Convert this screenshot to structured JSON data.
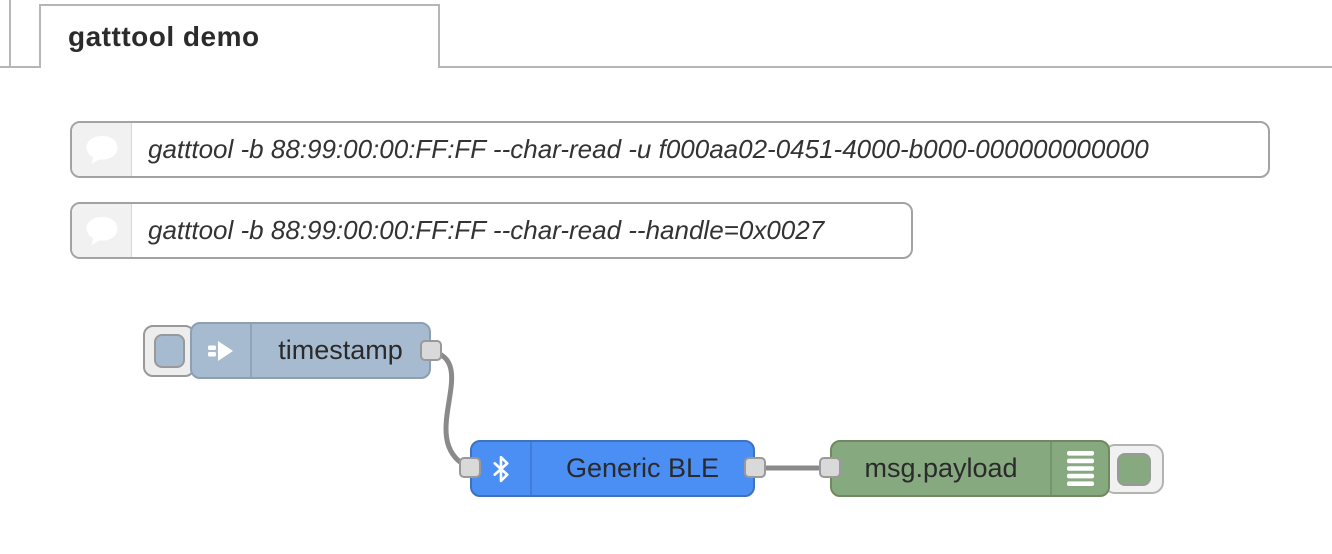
{
  "tab": {
    "label": "gatttool demo"
  },
  "comments": [
    {
      "text": "gatttool -b 88:99:00:00:FF:FF --char-read -u f000aa02-0451-4000-b000-000000000000"
    },
    {
      "text": "gatttool -b 88:99:00:00:FF:FF --char-read --handle=0x0027"
    }
  ],
  "nodes": {
    "inject": {
      "label": "timestamp",
      "color": "#a6bbcf",
      "icon": "inject-arrow-icon"
    },
    "ble": {
      "label": "Generic BLE",
      "color": "#4b8ff5",
      "icon": "bluetooth-icon"
    },
    "debug": {
      "label": "msg.payload",
      "color": "#87a980",
      "icon": "debug-list-icon"
    }
  },
  "colors": {
    "canvas_bg": "#ffffff",
    "tab_border": "#b6b6b6",
    "comment_border": "#a3a3a3",
    "wire": "#8a8a8a",
    "port_fill": "#d9d9d9",
    "port_border": "#999999",
    "text": "#333333"
  }
}
